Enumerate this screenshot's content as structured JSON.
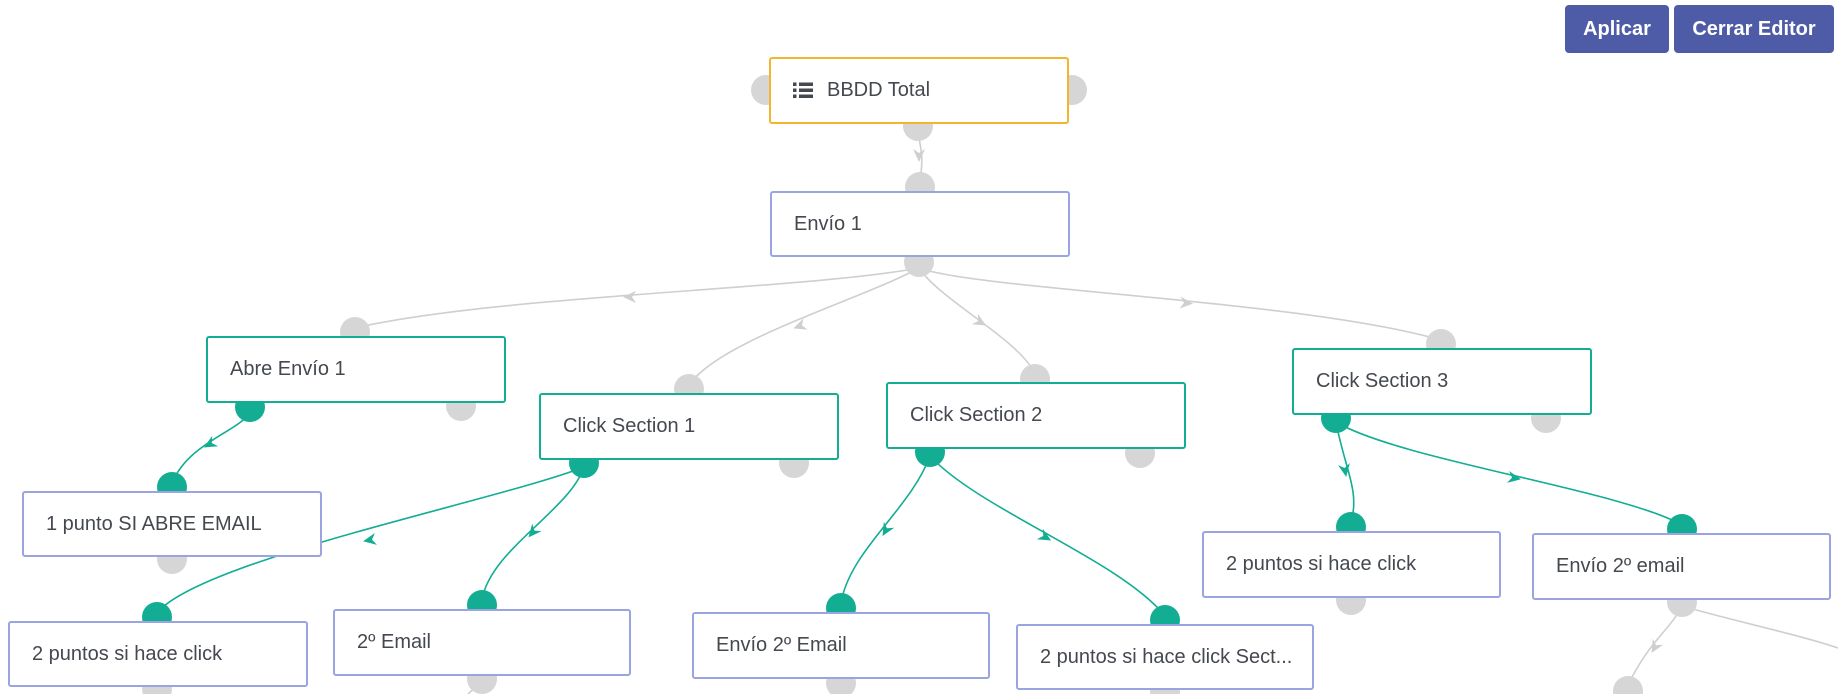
{
  "toolbar": {
    "apply_label": "Aplicar",
    "close_editor_label": "Cerrar Editor"
  },
  "colors": {
    "button": "#4e5ba6",
    "action_border": "#9aa4e0",
    "condition_border": "#12ad93",
    "source_border": "#f2b52f",
    "active_edge": "#12ad93",
    "inactive_edge": "#cfcfcf",
    "port": "#d6d6d6"
  },
  "flow": {
    "nodes": {
      "bbdd_total": {
        "label": "BBDD Total",
        "icon": "list-icon"
      },
      "envio_1": {
        "label": "Envío 1"
      },
      "abre_envio_1": {
        "label": "Abre Envío 1"
      },
      "click_section_1": {
        "label": "Click Section 1"
      },
      "click_section_2": {
        "label": "Click Section 2"
      },
      "click_section_3": {
        "label": "Click Section 3"
      },
      "punto_abre_email": {
        "label": "1 punto SI ABRE EMAIL"
      },
      "puntos_click_1": {
        "label": "2 puntos si hace click"
      },
      "segundo_email": {
        "label": "2º Email"
      },
      "envio_2_email_a": {
        "label": "Envío 2º Email"
      },
      "puntos_click_section": {
        "label": "2 puntos si hace click Sect..."
      },
      "puntos_click_3": {
        "label": "2 puntos si hace click"
      },
      "envio_2_email_b": {
        "label": "Envío 2º email"
      }
    }
  }
}
